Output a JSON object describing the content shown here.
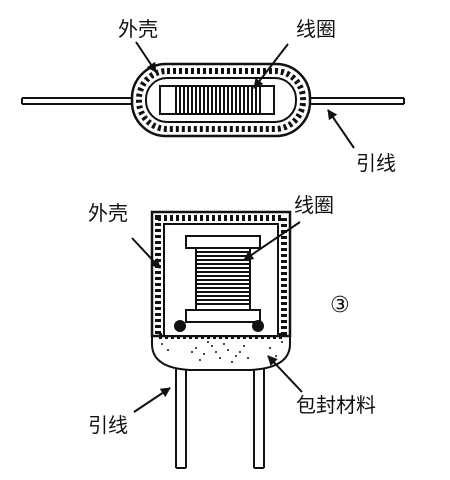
{
  "diagram_top": {
    "shell_label": "外壳",
    "coil_label": "线圈",
    "lead_label": "引线"
  },
  "diagram_bottom": {
    "shell_label": "外壳",
    "coil_label": "线圈",
    "lead_label": "引线",
    "encapsulant_label": "包封材料",
    "figure_number": "③"
  },
  "colors": {
    "line": "#111111",
    "fill_dark": "#1a1a1a",
    "fill_light": "#ffffff"
  }
}
